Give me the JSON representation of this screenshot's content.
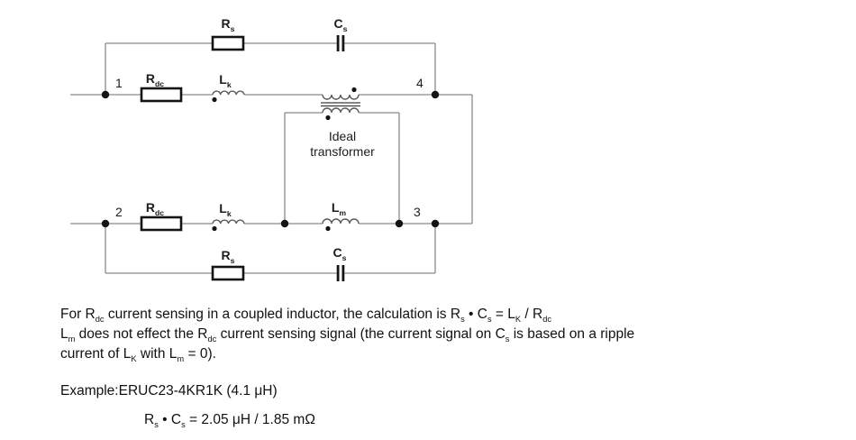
{
  "colors": {
    "background": "#ffffff",
    "wire": "#8a8a8a",
    "component_stroke": "#141414",
    "coil": "#5a5a5a",
    "text": "#1a1a1a"
  },
  "circuit": {
    "node_labels": {
      "n1": "1",
      "n2": "2",
      "n3": "3",
      "n4": "4"
    },
    "transformer_label": {
      "line1": "Ideal",
      "line2": "transformer"
    },
    "component_labels": {
      "rs_top": [
        {
          "t": "R"
        },
        {
          "s": "s"
        }
      ],
      "cs_top": [
        {
          "t": "C"
        },
        {
          "s": "s"
        }
      ],
      "rdc_row1": [
        {
          "t": "R"
        },
        {
          "s": "dc"
        }
      ],
      "lk_row1": [
        {
          "t": "L"
        },
        {
          "s": "k"
        }
      ],
      "rdc_row2": [
        {
          "t": "R"
        },
        {
          "s": "dc"
        }
      ],
      "lk_row2": [
        {
          "t": "L"
        },
        {
          "s": "k"
        }
      ],
      "lm": [
        {
          "t": "L"
        },
        {
          "s": "m"
        }
      ],
      "rs_bottom": [
        {
          "t": "R"
        },
        {
          "s": "s"
        }
      ],
      "cs_bottom": [
        {
          "t": "C"
        },
        {
          "s": "s"
        }
      ]
    }
  },
  "caption": {
    "line1": [
      {
        "t": "For R"
      },
      {
        "s": "dc"
      },
      {
        "t": " current sensing in a coupled inductor, the calculation is R"
      },
      {
        "s": "s"
      },
      {
        "t": " • C"
      },
      {
        "s": "s"
      },
      {
        "t": " = L"
      },
      {
        "s": "K"
      },
      {
        "t": " / R"
      },
      {
        "s": "dc"
      }
    ],
    "line2": [
      {
        "t": "L"
      },
      {
        "s": "m"
      },
      {
        "t": " does not effect the R"
      },
      {
        "s": "dc"
      },
      {
        "t": " current sensing signal (the current signal on C"
      },
      {
        "s": "s"
      },
      {
        "t": " is based on a ripple"
      }
    ],
    "line3": [
      {
        "t": "current of L"
      },
      {
        "s": "K"
      },
      {
        "t": " with L"
      },
      {
        "s": "m"
      },
      {
        "t": " = 0)."
      }
    ],
    "line4": [
      {
        "t": "Example:ERUC23-4KR1K (4.1 μH)"
      }
    ],
    "line5": [
      {
        "t": "R"
      },
      {
        "s": "s"
      },
      {
        "t": " • C"
      },
      {
        "s": "s"
      },
      {
        "t": " = 2.05 μH / 1.85 mΩ"
      }
    ]
  }
}
